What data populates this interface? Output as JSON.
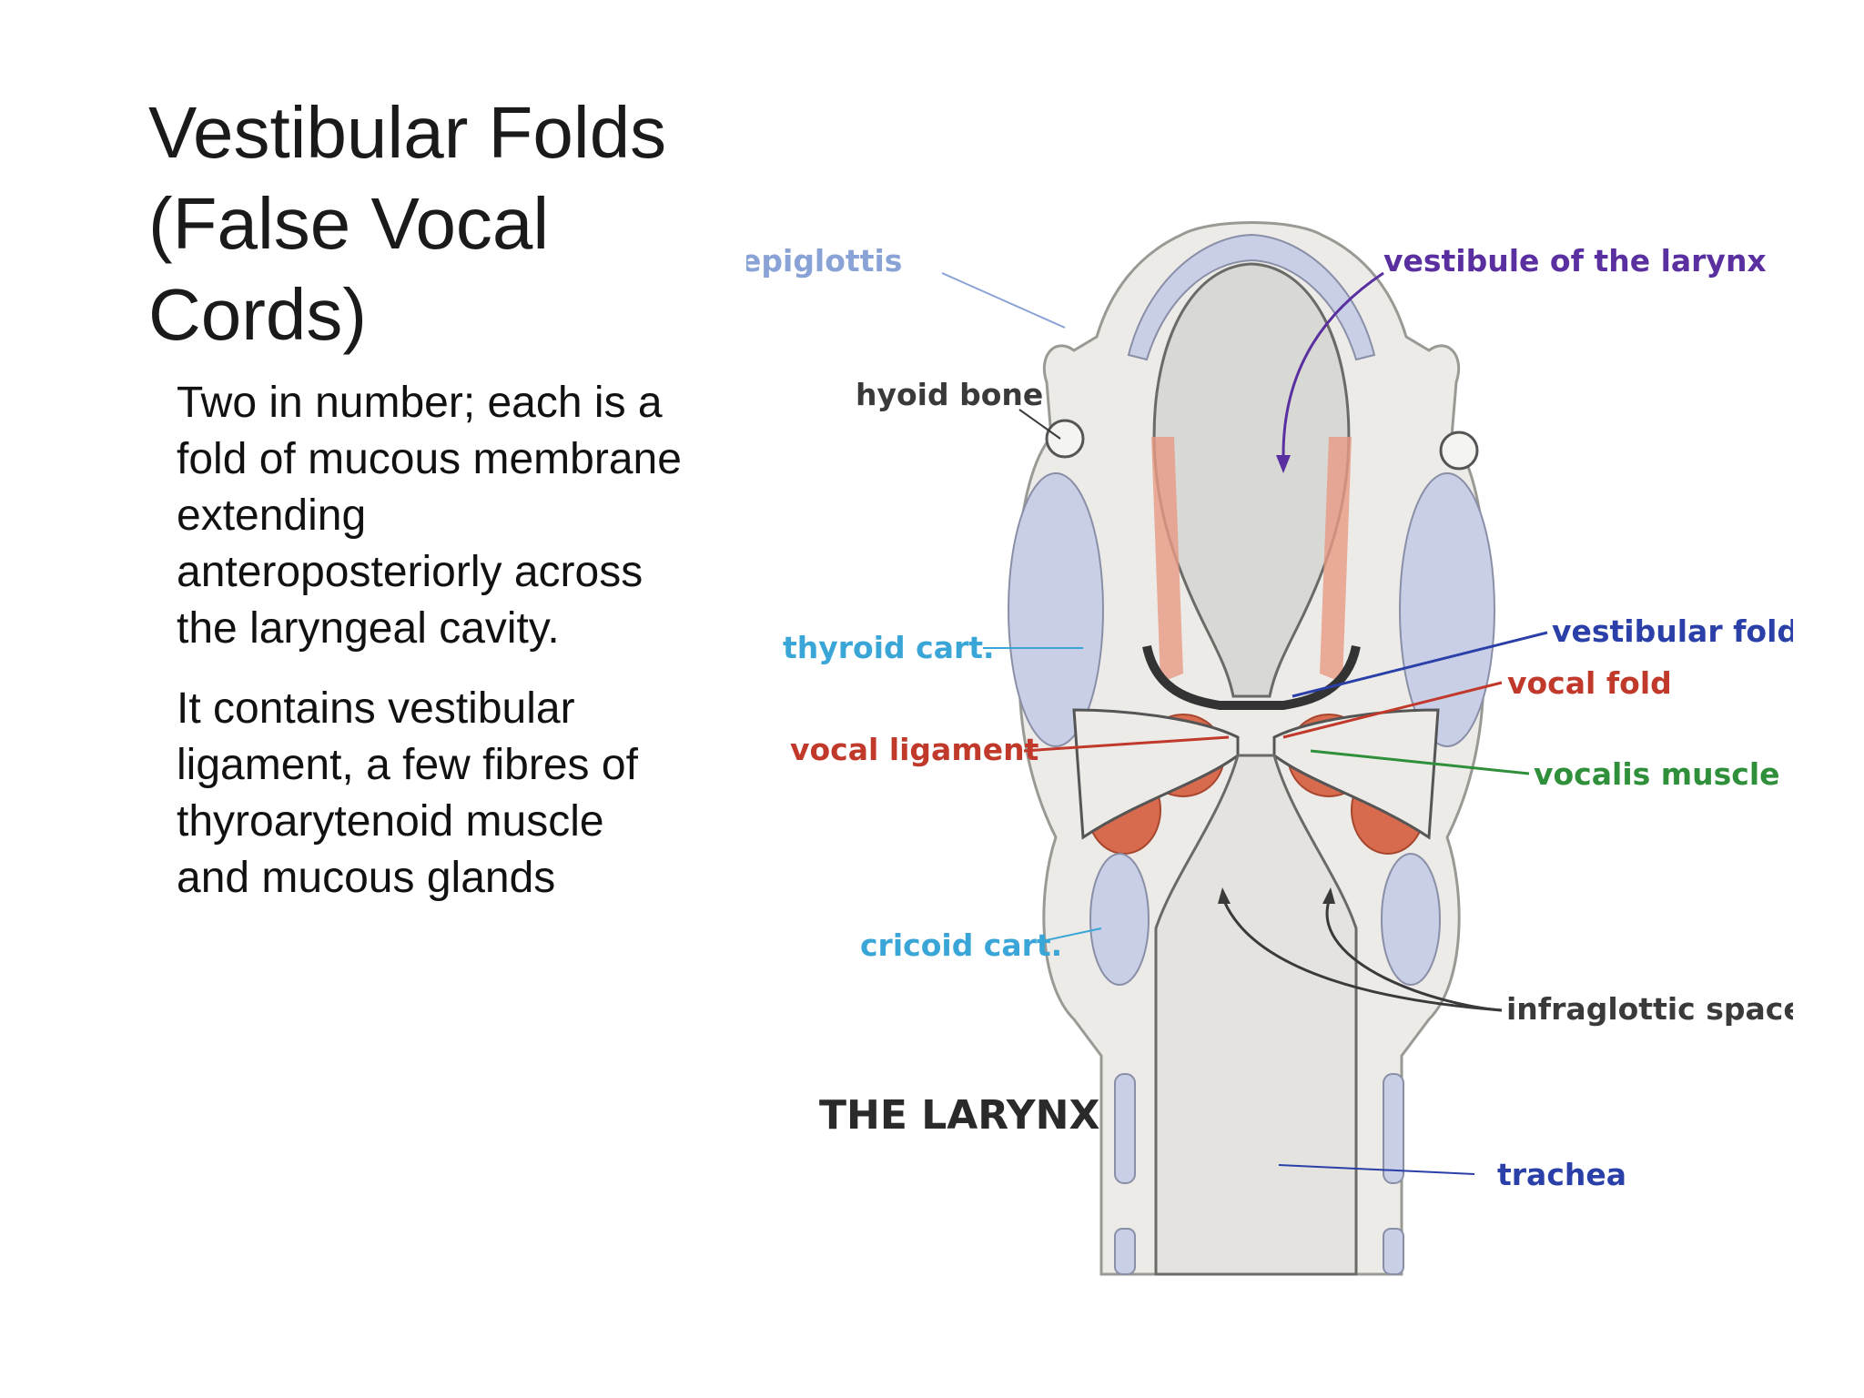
{
  "slide": {
    "title_lines": [
      "Vestibular Folds",
      "(False Vocal",
      "Cords)"
    ],
    "paragraph1_lines": [
      "Two in number; each is a",
      "fold of mucous membrane",
      "extending",
      "anteroposteriorly across",
      "the laryngeal cavity."
    ],
    "paragraph2_lines": [
      "It contains vestibular",
      "ligament, a few fibres of",
      "thyroarytenoid muscle",
      "and mucous glands"
    ]
  },
  "diagram": {
    "caption": "THE LARYNX",
    "labels": {
      "epiglottis": "epiglottis",
      "vestibule": "vestibule of the larynx",
      "hyoid": "hyoid bone",
      "thyroid": "thyroid cart.",
      "vestibular_fold": "vestibular fold",
      "vocal_fold": "vocal fold",
      "vocal_ligament": "vocal ligament",
      "vocalis": "vocalis muscle",
      "cricoid": "cricoid cart.",
      "infraglottic": "infraglottic space",
      "trachea": "trachea"
    },
    "colors": {
      "light_blue": "#8aa3d6",
      "purple": "#5a2fa0",
      "dark": "#3a3a3a",
      "cyan": "#3aa6d8",
      "blue": "#2a3fa8",
      "red": "#c0392b",
      "green": "#2f8f3a",
      "tissue": "#e9e9e6",
      "cartilage": "#c9cfe6",
      "muscle": "#d86a4e"
    }
  }
}
